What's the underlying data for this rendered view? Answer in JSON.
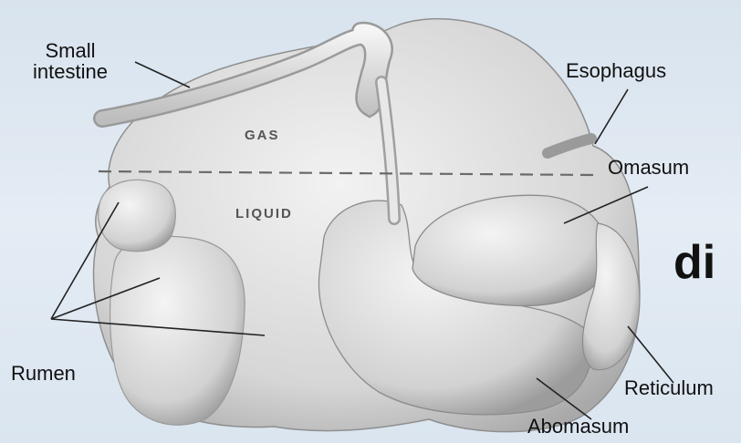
{
  "labels": {
    "small_intestine": "Small\nintestine",
    "esophagus": "Esophagus",
    "omasum": "Omasum",
    "rumen": "Rumen",
    "reticulum": "Reticulum",
    "abomasum": "Abomasum"
  },
  "regions": {
    "gas": "GAS",
    "liquid": "LIQUID"
  },
  "partial_text": "di",
  "colors": {
    "background": "#dde7f1",
    "organ": "#e3e3e3",
    "organ_shadow": "#a8a8a8",
    "line": "#222222"
  }
}
